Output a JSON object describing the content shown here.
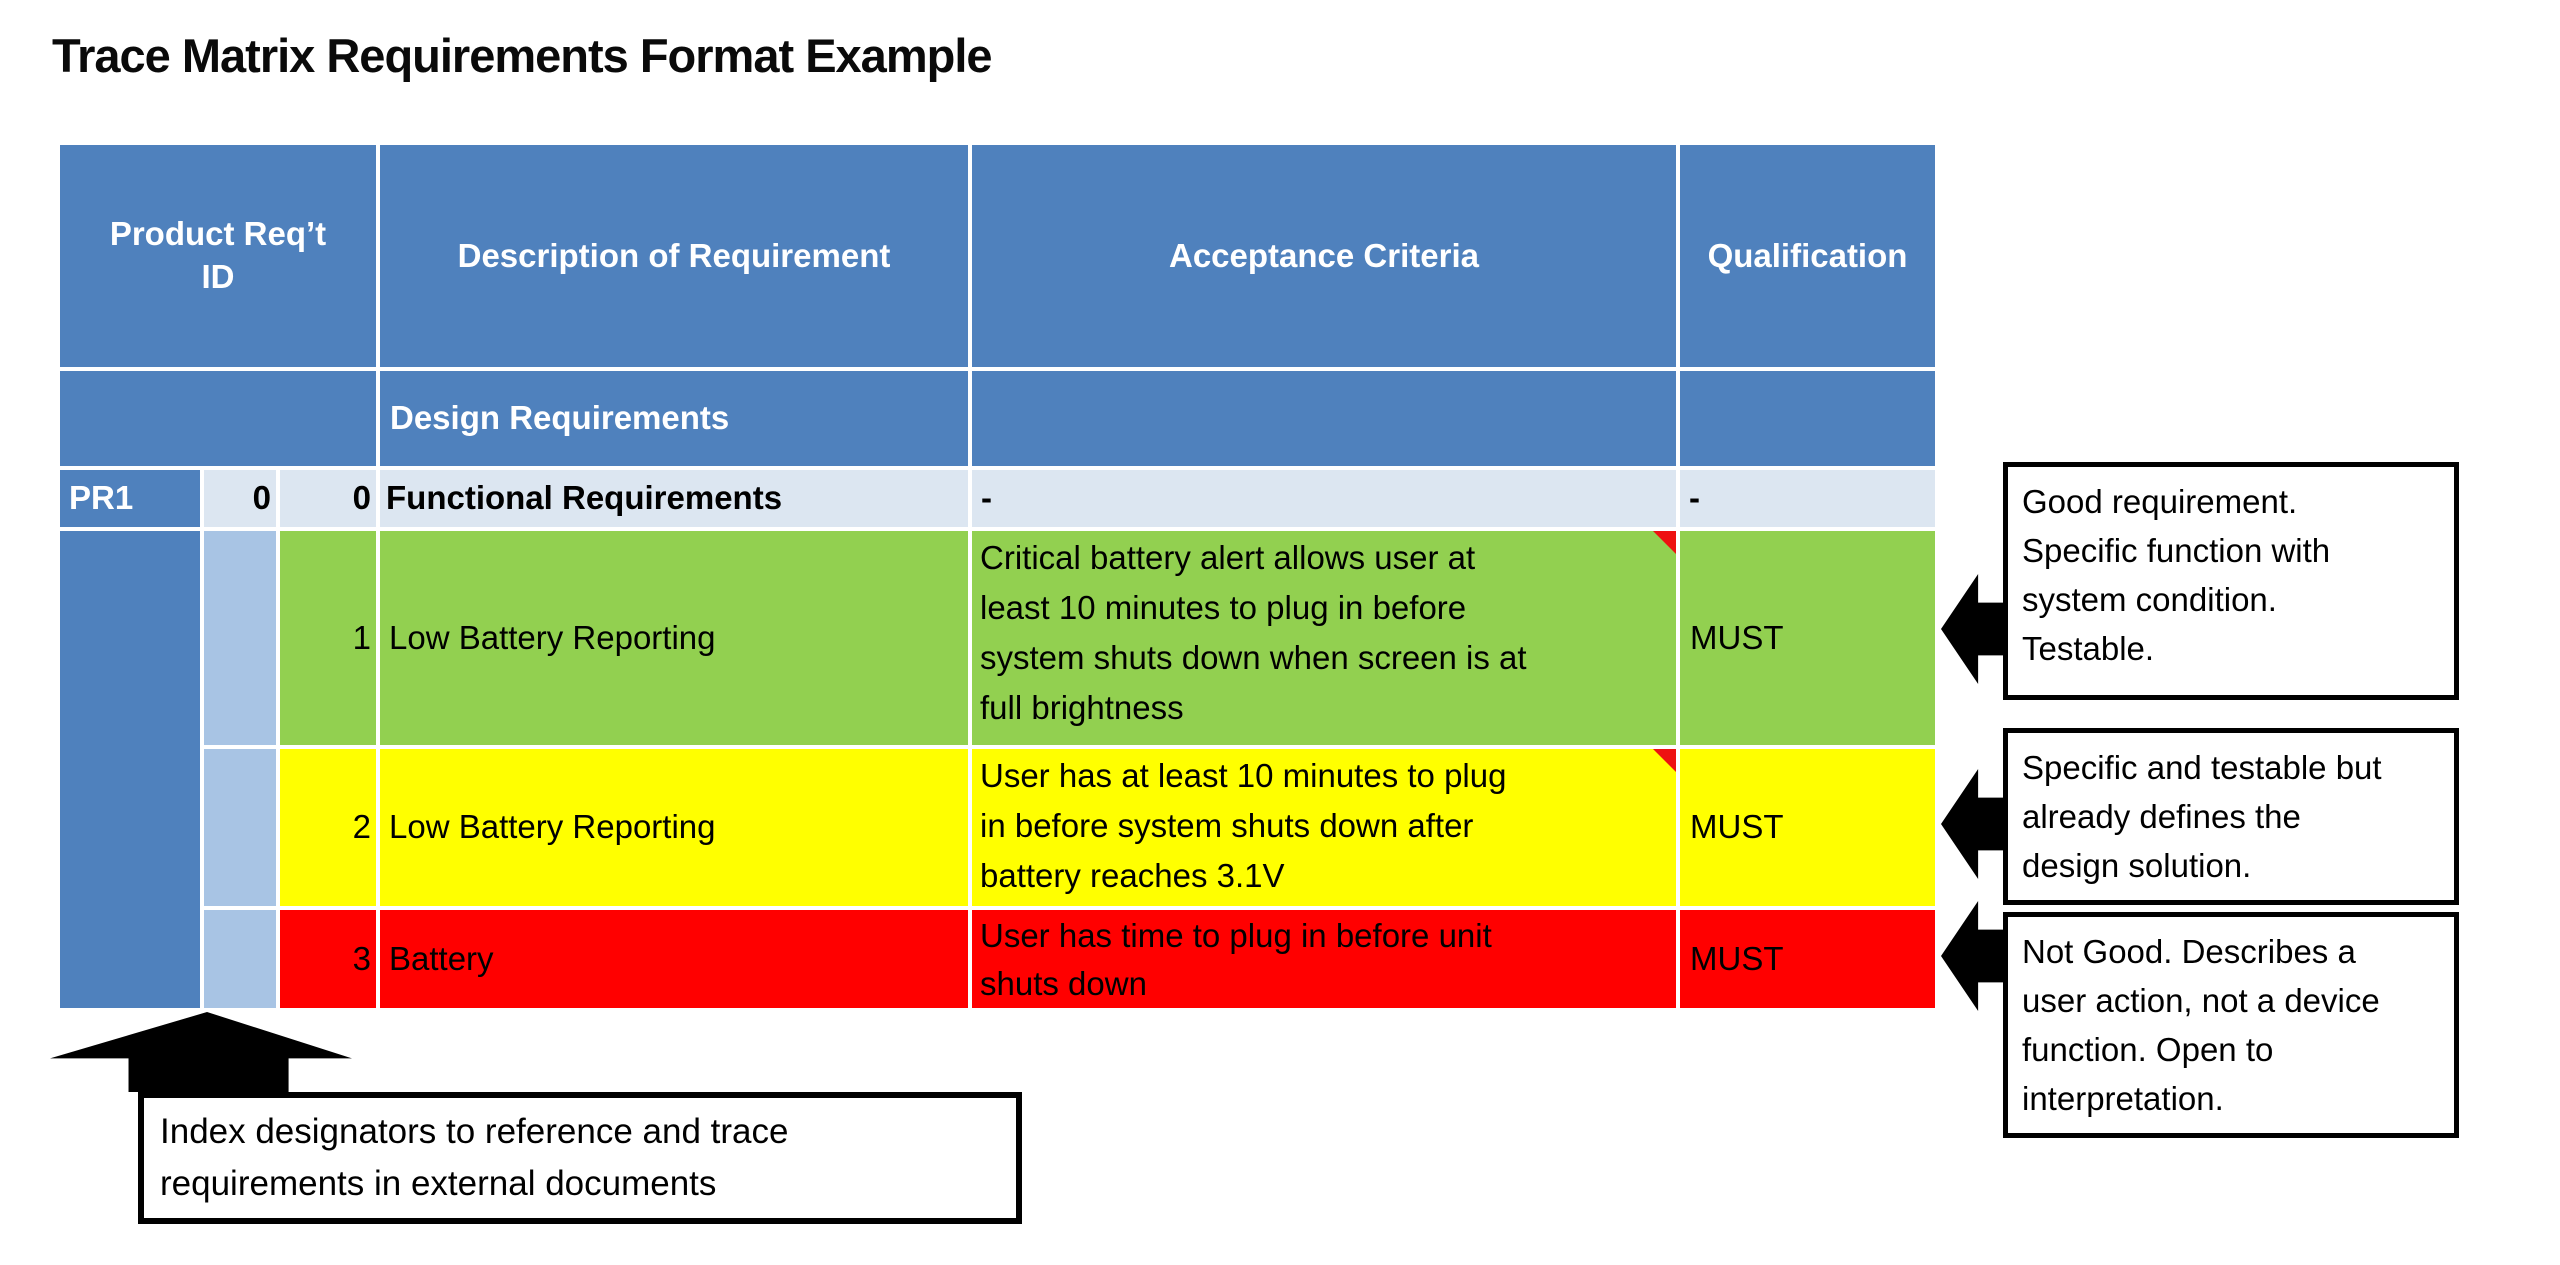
{
  "title": "Trace Matrix Requirements Format Example",
  "table": {
    "header": {
      "product_req_id_lines": [
        "Product Req’t",
        "ID"
      ],
      "description": "Description of Requirement",
      "acceptance": "Acceptance Criteria",
      "qualification": "Qualification"
    },
    "subheader": "Design Requirements",
    "rows": [
      {
        "id": "PR1",
        "ref_index": "0",
        "index": "0",
        "description": "Functional Requirements",
        "acceptance": "-",
        "qualification": "-"
      },
      {
        "index": "1",
        "description": "Low Battery Reporting",
        "acceptance": "Critical battery alert allows user at least 10 minutes to plug in before system shuts down when screen is at full brightness",
        "acceptance_lines": [
          "Critical battery alert allows user at",
          "least 10 minutes to plug in before",
          "system shuts down when screen is at",
          "full brightness"
        ],
        "qualification": "MUST",
        "comment_marker": true
      },
      {
        "index": "2",
        "description": "Low Battery Reporting",
        "acceptance": "User has at least 10 minutes to plug in before system shuts down after battery reaches 3.1V",
        "acceptance_lines": [
          "User has at least 10 minutes to plug",
          "in before system shuts down after",
          "battery reaches 3.1V"
        ],
        "qualification": "MUST",
        "comment_marker": true
      },
      {
        "index": "3",
        "description": "Battery",
        "acceptance": "User has time to plug in before unit shuts down",
        "acceptance_lines": [
          "User has time to plug in before unit",
          "shuts down"
        ],
        "qualification": "MUST",
        "comment_marker": false
      }
    ]
  },
  "callouts": {
    "good": {
      "text": "Good requirement. Specific function with system condition. Testable.",
      "lines": [
        "Good requirement.",
        "Specific function with",
        "system condition.",
        "Testable."
      ]
    },
    "design": {
      "text": "Specific and testable but already defines the design solution.",
      "lines": [
        "Specific and testable but",
        "already defines the",
        "design solution."
      ]
    },
    "not_good": {
      "text": "Not Good. Describes a user action, not a device function. Open to interpretation.",
      "lines": [
        "Not Good. Describes a",
        "user action, not a device",
        "function. Open to",
        "interpretation."
      ]
    },
    "index": {
      "text": "Index designators to reference and trace requirements in external documents",
      "lines": [
        "Index designators to reference and trace",
        "requirements in external documents"
      ]
    }
  },
  "colors": {
    "header_blue": "#4f81bd",
    "row0_light_blue": "#dce6f1",
    "index_column_blue": "#a8c4e4",
    "good_green": "#92d050",
    "caution_yellow": "#ffff00",
    "bad_red": "#ff0000",
    "comment_marker_red": "#ee1111",
    "callout_border_black": "#000000",
    "gridline_white": "#ffffff"
  }
}
